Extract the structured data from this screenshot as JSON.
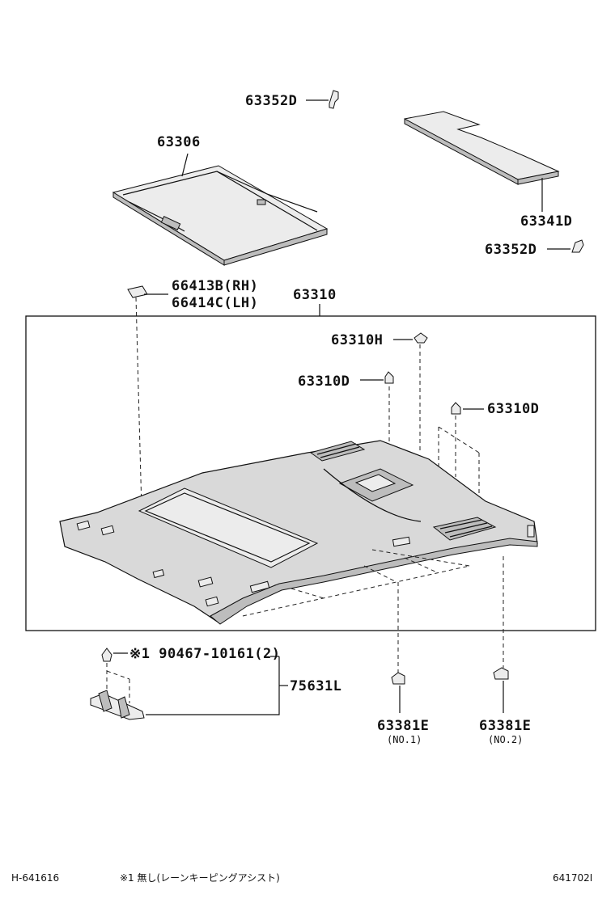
{
  "diagram": {
    "labels": {
      "p63352d_top": "63352D",
      "p63306": "63306",
      "p63341d": "63341D",
      "p63352d_right": "63352D",
      "p66413b": "66413B(RH)",
      "p66414c": "66414C(LH)",
      "p63310": "63310",
      "p63310h": "63310H",
      "p63310d_left": "63310D",
      "p63310d_right": "63310D",
      "p90467": "※1 90467-10161(2)",
      "p75631l": "75631L",
      "p63381e_1": "63381E",
      "p63381e_1_note": "(NO.1)",
      "p63381e_2": "63381E",
      "p63381e_2_note": "(NO.2)"
    },
    "footer": {
      "left_code": "H-641616",
      "note": "※1 無し(レーンキーピングアシスト)",
      "right_code": "641702I"
    }
  }
}
